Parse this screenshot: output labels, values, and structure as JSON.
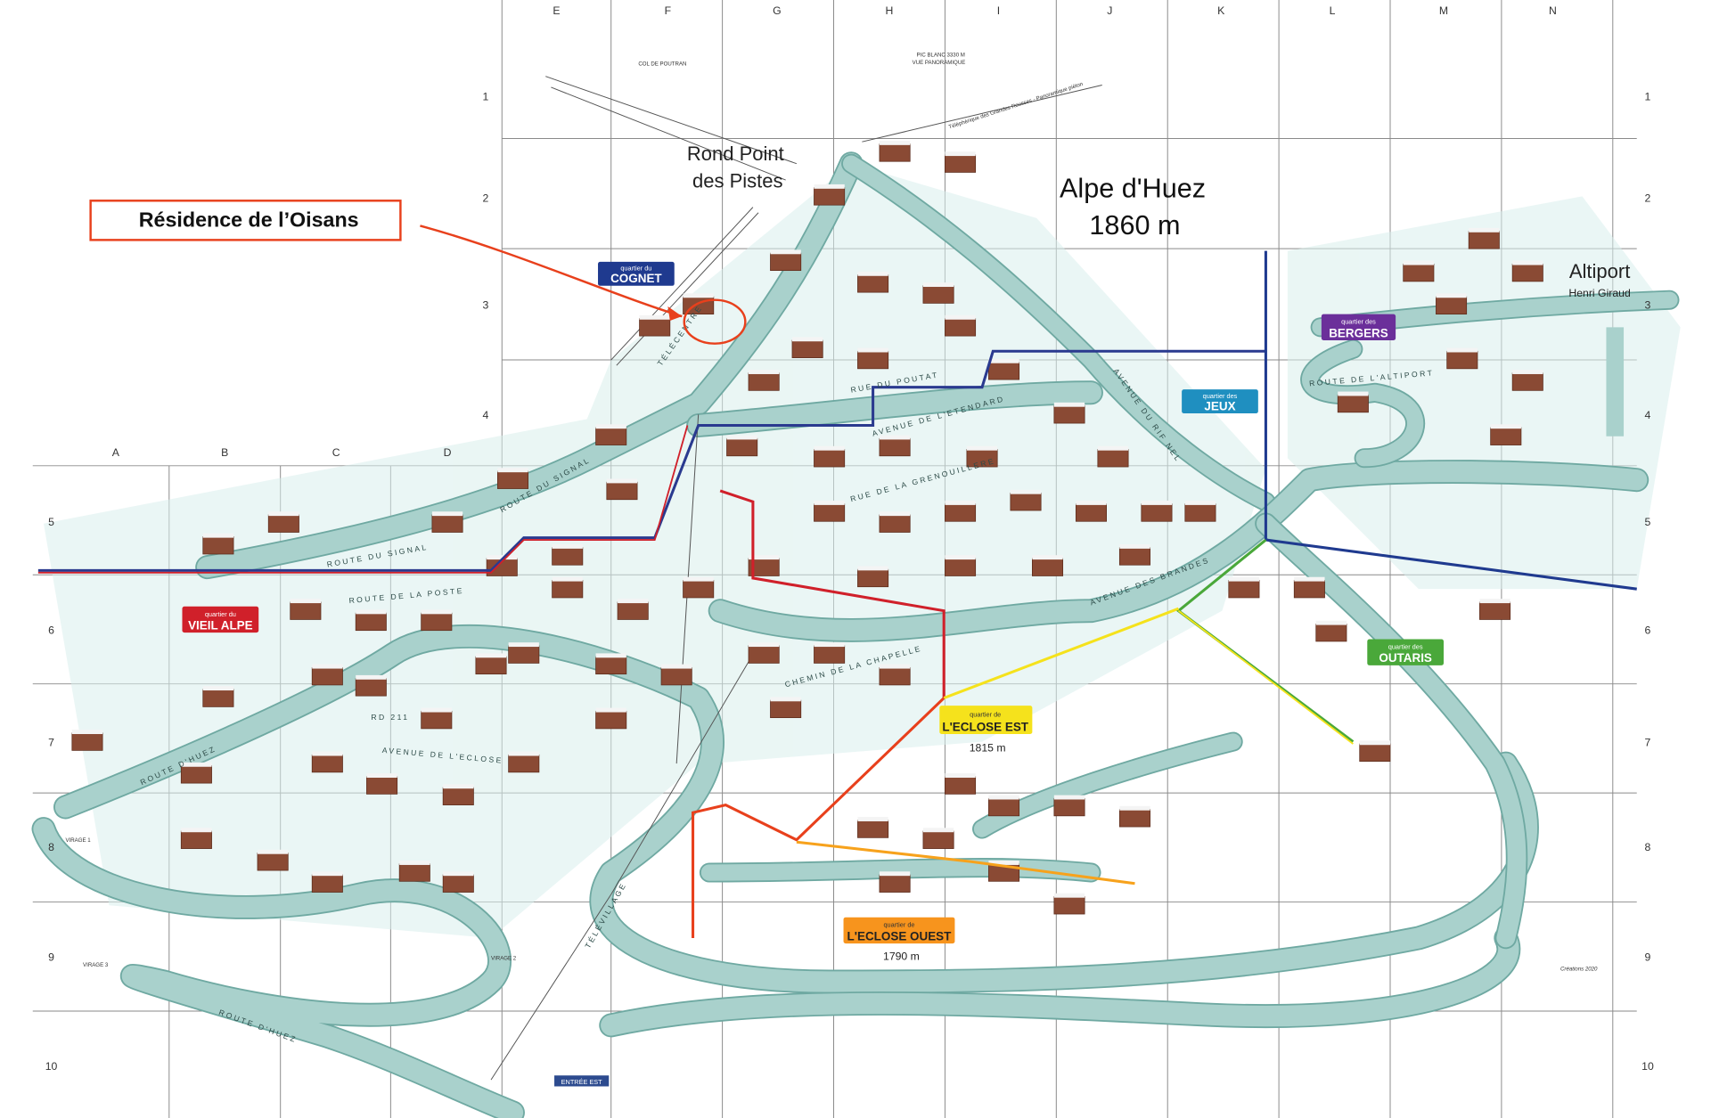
{
  "map": {
    "title": "Alpe d'Huez",
    "altitude": "1860 m",
    "callout": "Résidence de l’Oisans",
    "places": {
      "rond_point_1": "Rond Point",
      "rond_point_2": "des Pistes",
      "altiport": "Altiport",
      "altiport_sub": "Henri Giraud",
      "col_poutran": "COL DE POUTRAN",
      "pic_blanc_1": "PIC BLANC 3330 M",
      "pic_blanc_2": "VUE PANORAMIQUE",
      "telepherique": "Téléphérique des Grandes Rousses - Panoramique piéton",
      "eclose_est_alt": "1815 m",
      "eclose_ouest_alt": "1790 m",
      "entree_est": "ENTRÉE EST",
      "virage1": "VIRAGE 1",
      "virage2": "VIRAGE 2",
      "virage3": "VIRAGE 3",
      "credit": "Créations 2020"
    },
    "quartiers": [
      {
        "sub": "quartier du",
        "name": "COGNET",
        "color": "#1f3a8f"
      },
      {
        "sub": "quartier des",
        "name": "BERGERS",
        "color": "#6b2f9a"
      },
      {
        "sub": "quartier des",
        "name": "JEUX",
        "color": "#1f8fc0"
      },
      {
        "sub": "quartier du",
        "name": "VIEIL ALPE",
        "color": "#d0202a"
      },
      {
        "sub": "quartier de",
        "name": "L'ECLOSE EST",
        "color": "#f5e21c"
      },
      {
        "sub": "quartier de",
        "name": "L'ECLOSE OUEST",
        "color": "#f7941d"
      },
      {
        "sub": "quartier des",
        "name": "OUTARIS",
        "color": "#4aa83a"
      }
    ],
    "roads": {
      "route_signal": "ROUTE DU SIGNAL",
      "route_poste": "ROUTE DE LA POSTE",
      "route_huez": "ROUTE D'HUEZ",
      "avenue_eclose": "AVENUE DE L'ECLOSE",
      "route_altiport": "ROUTE DE L'ALTIPORT",
      "avenue_brandes": "AVENUE DES BRANDES",
      "avenue_rif_nel": "AVENUE DU RIF NEL",
      "rue_poutat": "RUE DU POUTAT",
      "avenue_etendard": "AVENUE DE L'ETENDARD",
      "rue_grenouilliere": "RUE DE LA GRENOUILLERE",
      "chemin_chapelle": "CHEMIN DE LA CHAPELLE",
      "telecentre": "TÉLÉCENTRE",
      "televillage": "TÉLÉVILLAGE",
      "rd211": "RD 211"
    },
    "grid": {
      "cols_top": [
        "E",
        "F",
        "G",
        "H",
        "I",
        "J",
        "K",
        "L",
        "M",
        "N"
      ],
      "cols_left": [
        "A",
        "B",
        "C",
        "D"
      ],
      "rows": [
        "1",
        "2",
        "3",
        "4",
        "5",
        "6",
        "7",
        "8",
        "9",
        "10"
      ]
    },
    "colors": {
      "callout": "#e8401c",
      "road": "#a9d1cc",
      "building": "#8a4a34"
    }
  }
}
